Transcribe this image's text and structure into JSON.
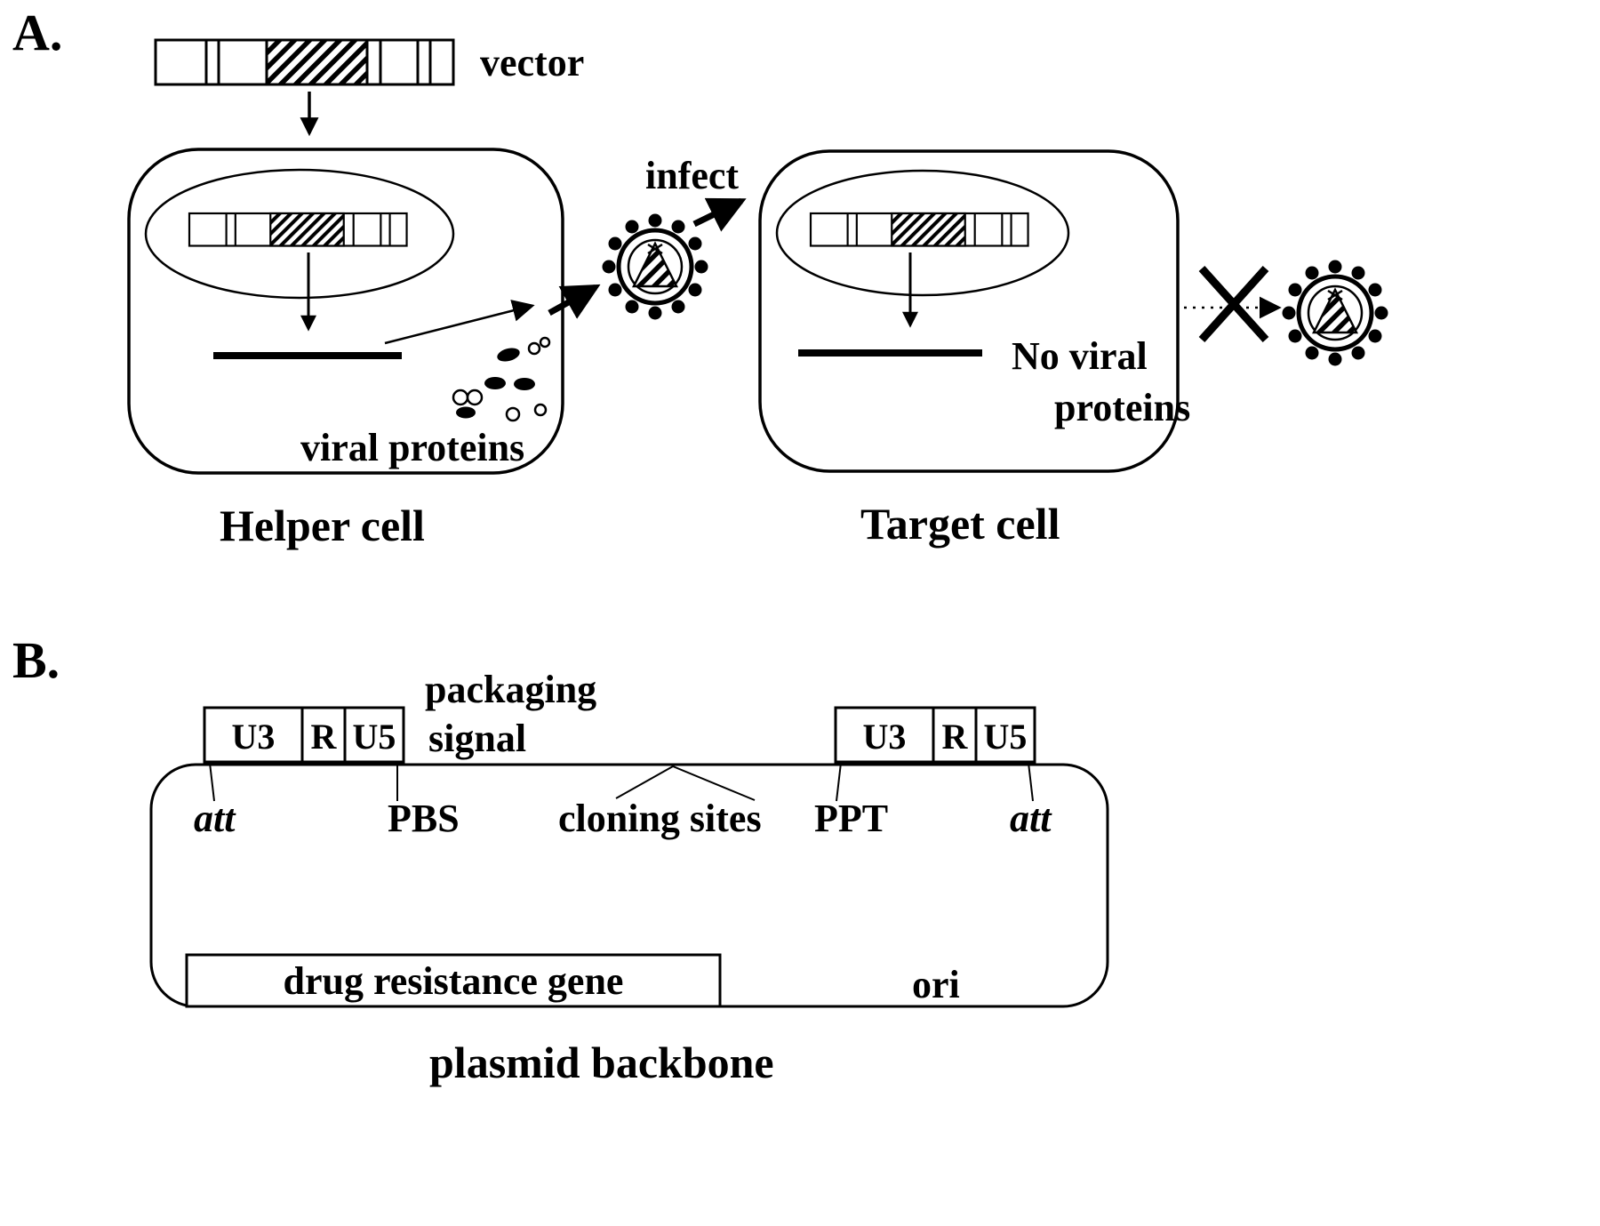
{
  "figure": {
    "colors": {
      "ink": "#000000",
      "paper": "#ffffff"
    },
    "panelA": {
      "label": "A.",
      "vector": "vector",
      "infect": "infect",
      "viral_proteins": "viral proteins",
      "no_viral_line1": "No viral",
      "no_viral_line2": "proteins",
      "helper_cell": "Helper cell",
      "target_cell": "Target cell"
    },
    "panelB": {
      "label": "B.",
      "packaging_line1": "packaging",
      "packaging_line2": "signal",
      "ltr_left": {
        "u3": "U3",
        "r": "R",
        "u5": "U5"
      },
      "ltr_right": {
        "u3": "U3",
        "r": "R",
        "u5": "U5"
      },
      "att_left": "att",
      "pbs": "PBS",
      "cloning_sites": "cloning sites",
      "ppt": "PPT",
      "att_right": "att",
      "drug_resistance_gene": "drug resistance gene",
      "ori": "ori",
      "plasmid_backbone": "plasmid backbone"
    }
  }
}
